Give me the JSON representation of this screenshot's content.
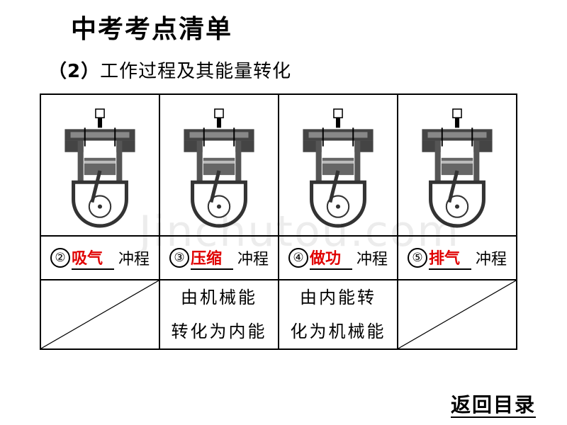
{
  "title": "中考考点清单",
  "subtitle": {
    "num": "（2）",
    "text": "工作过程及其能量转化"
  },
  "strokes": [
    {
      "marker": "②",
      "answer": "吸气",
      "label": "冲程",
      "description": []
    },
    {
      "marker": "③",
      "answer": "压缩",
      "label": "冲程",
      "description": [
        "由机械能",
        "转化为内能"
      ]
    },
    {
      "marker": "④",
      "answer": "做功",
      "label": "冲程",
      "description": [
        "由内能转",
        "化为机械能"
      ]
    },
    {
      "marker": "⑤",
      "answer": "排气",
      "label": "冲程",
      "description": []
    }
  ],
  "watermark": "Jinchutou.com",
  "back_link": "返回目录",
  "colors": {
    "answer": "#e00000",
    "border": "#000000"
  }
}
